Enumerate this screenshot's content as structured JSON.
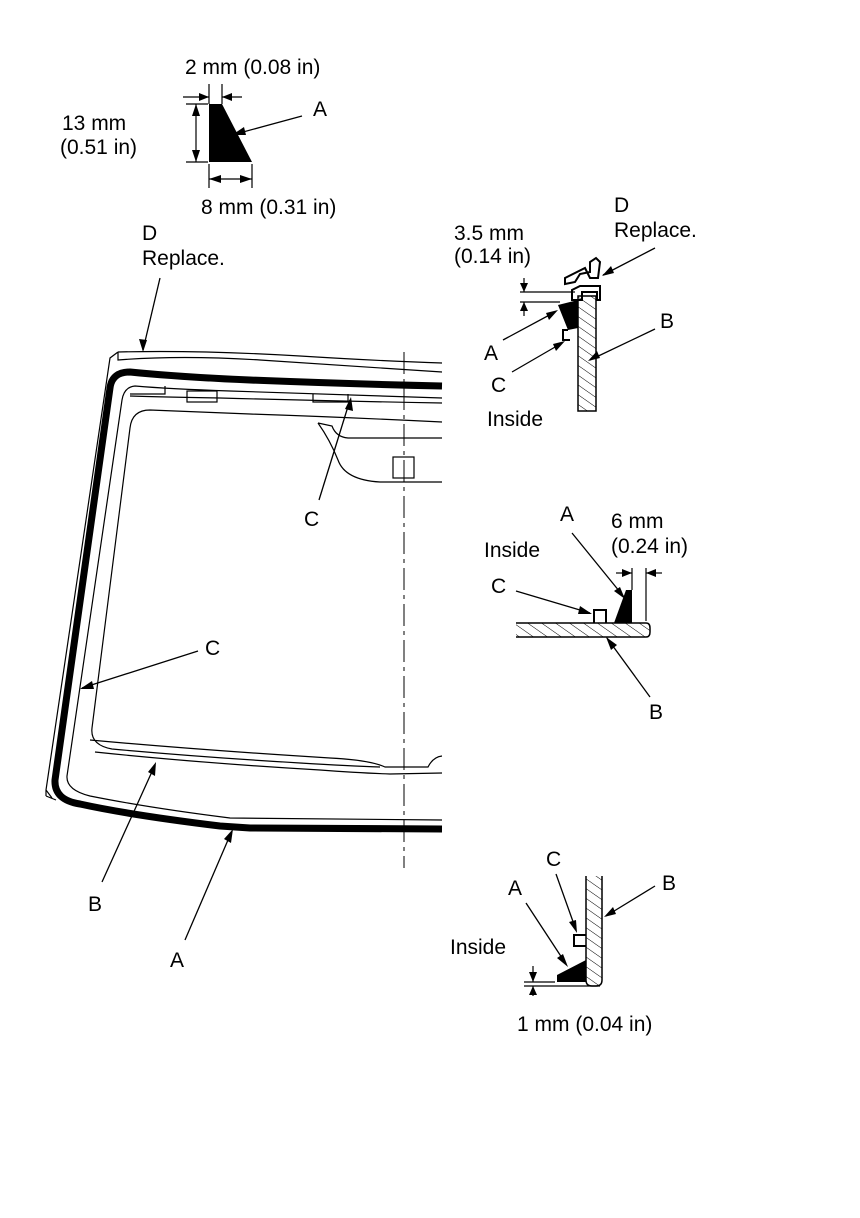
{
  "profile": {
    "top_dim": "2 mm (0.08 in)",
    "height_dim_line1": "13 mm",
    "height_dim_line2": "(0.51 in)",
    "bottom_dim": "8 mm (0.31 in)",
    "label_a": "A"
  },
  "windshield": {
    "label_d": "D",
    "label_replace": "Replace.",
    "label_c_top": "C",
    "label_c_left": "C",
    "label_b": "B",
    "label_a": "A"
  },
  "section_top": {
    "dim_line1": "3.5 mm",
    "dim_line2": "(0.14 in)",
    "label_d": "D",
    "label_replace": "Replace.",
    "label_a": "A",
    "label_b": "B",
    "label_c": "C",
    "label_inside": "Inside"
  },
  "section_middle": {
    "label_a": "A",
    "dim_line1": "6 mm",
    "dim_line2": "(0.24 in)",
    "label_inside": "Inside",
    "label_c": "C",
    "label_b": "B"
  },
  "section_bottom": {
    "label_c": "C",
    "label_b": "B",
    "label_a": "A",
    "label_inside": "Inside",
    "dim": "1 mm (0.04 in)"
  }
}
